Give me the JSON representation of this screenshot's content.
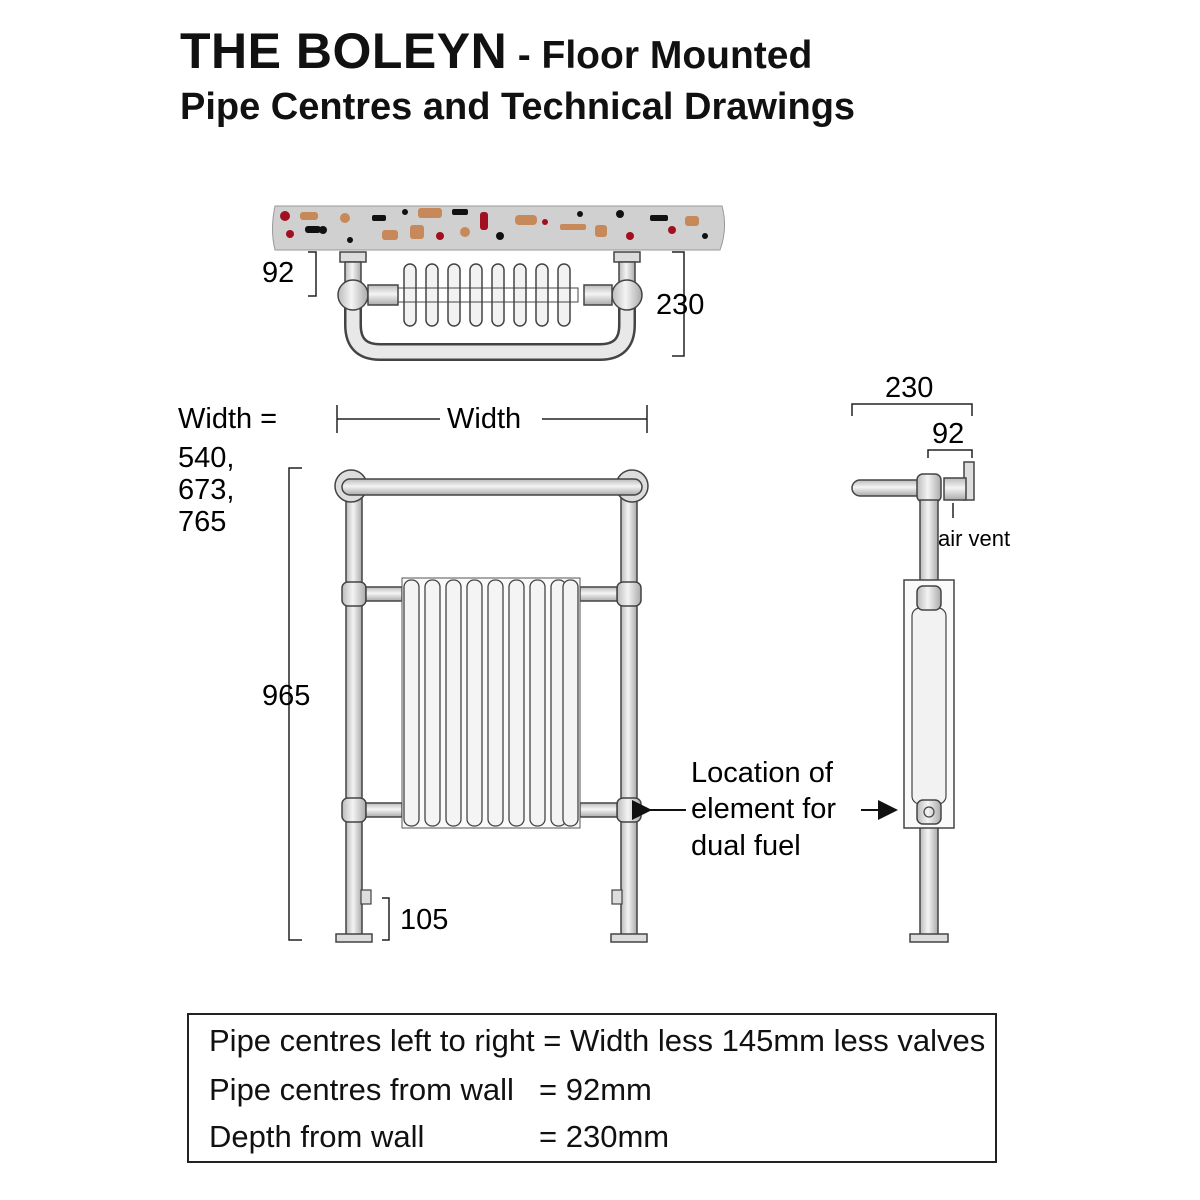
{
  "header": {
    "title_main": "THE BOLEYN",
    "title_suffix": "- Floor Mounted",
    "subtitle": "Pipe Centres and Technical Drawings"
  },
  "top_view": {
    "dim_pipe_offset": "92",
    "dim_depth": "230"
  },
  "front_view": {
    "width_label": "Width =",
    "width_values": [
      "540,",
      "673,",
      "765"
    ],
    "width_dimension": "Width",
    "height": "965",
    "valve_height": "105"
  },
  "side_view": {
    "depth": "230",
    "pipe_offset": "92",
    "air_vent": "air vent"
  },
  "element_note": {
    "lines": [
      "Location of",
      "element for",
      "dual fuel"
    ]
  },
  "notes": [
    {
      "label": "Pipe centres left to right",
      "value": "= Width less 145mm less valves"
    },
    {
      "label": "Pipe centres from wall",
      "value": "= 92mm"
    },
    {
      "label": "Depth from wall",
      "value": "= 230mm"
    }
  ],
  "colors": {
    "pipe_fill": "#e4e4e4",
    "line": "#333333",
    "stone": "#cfcfcf",
    "speck_red": "#a01020",
    "speck_tan": "#c8895a",
    "speck_black": "#111111"
  }
}
